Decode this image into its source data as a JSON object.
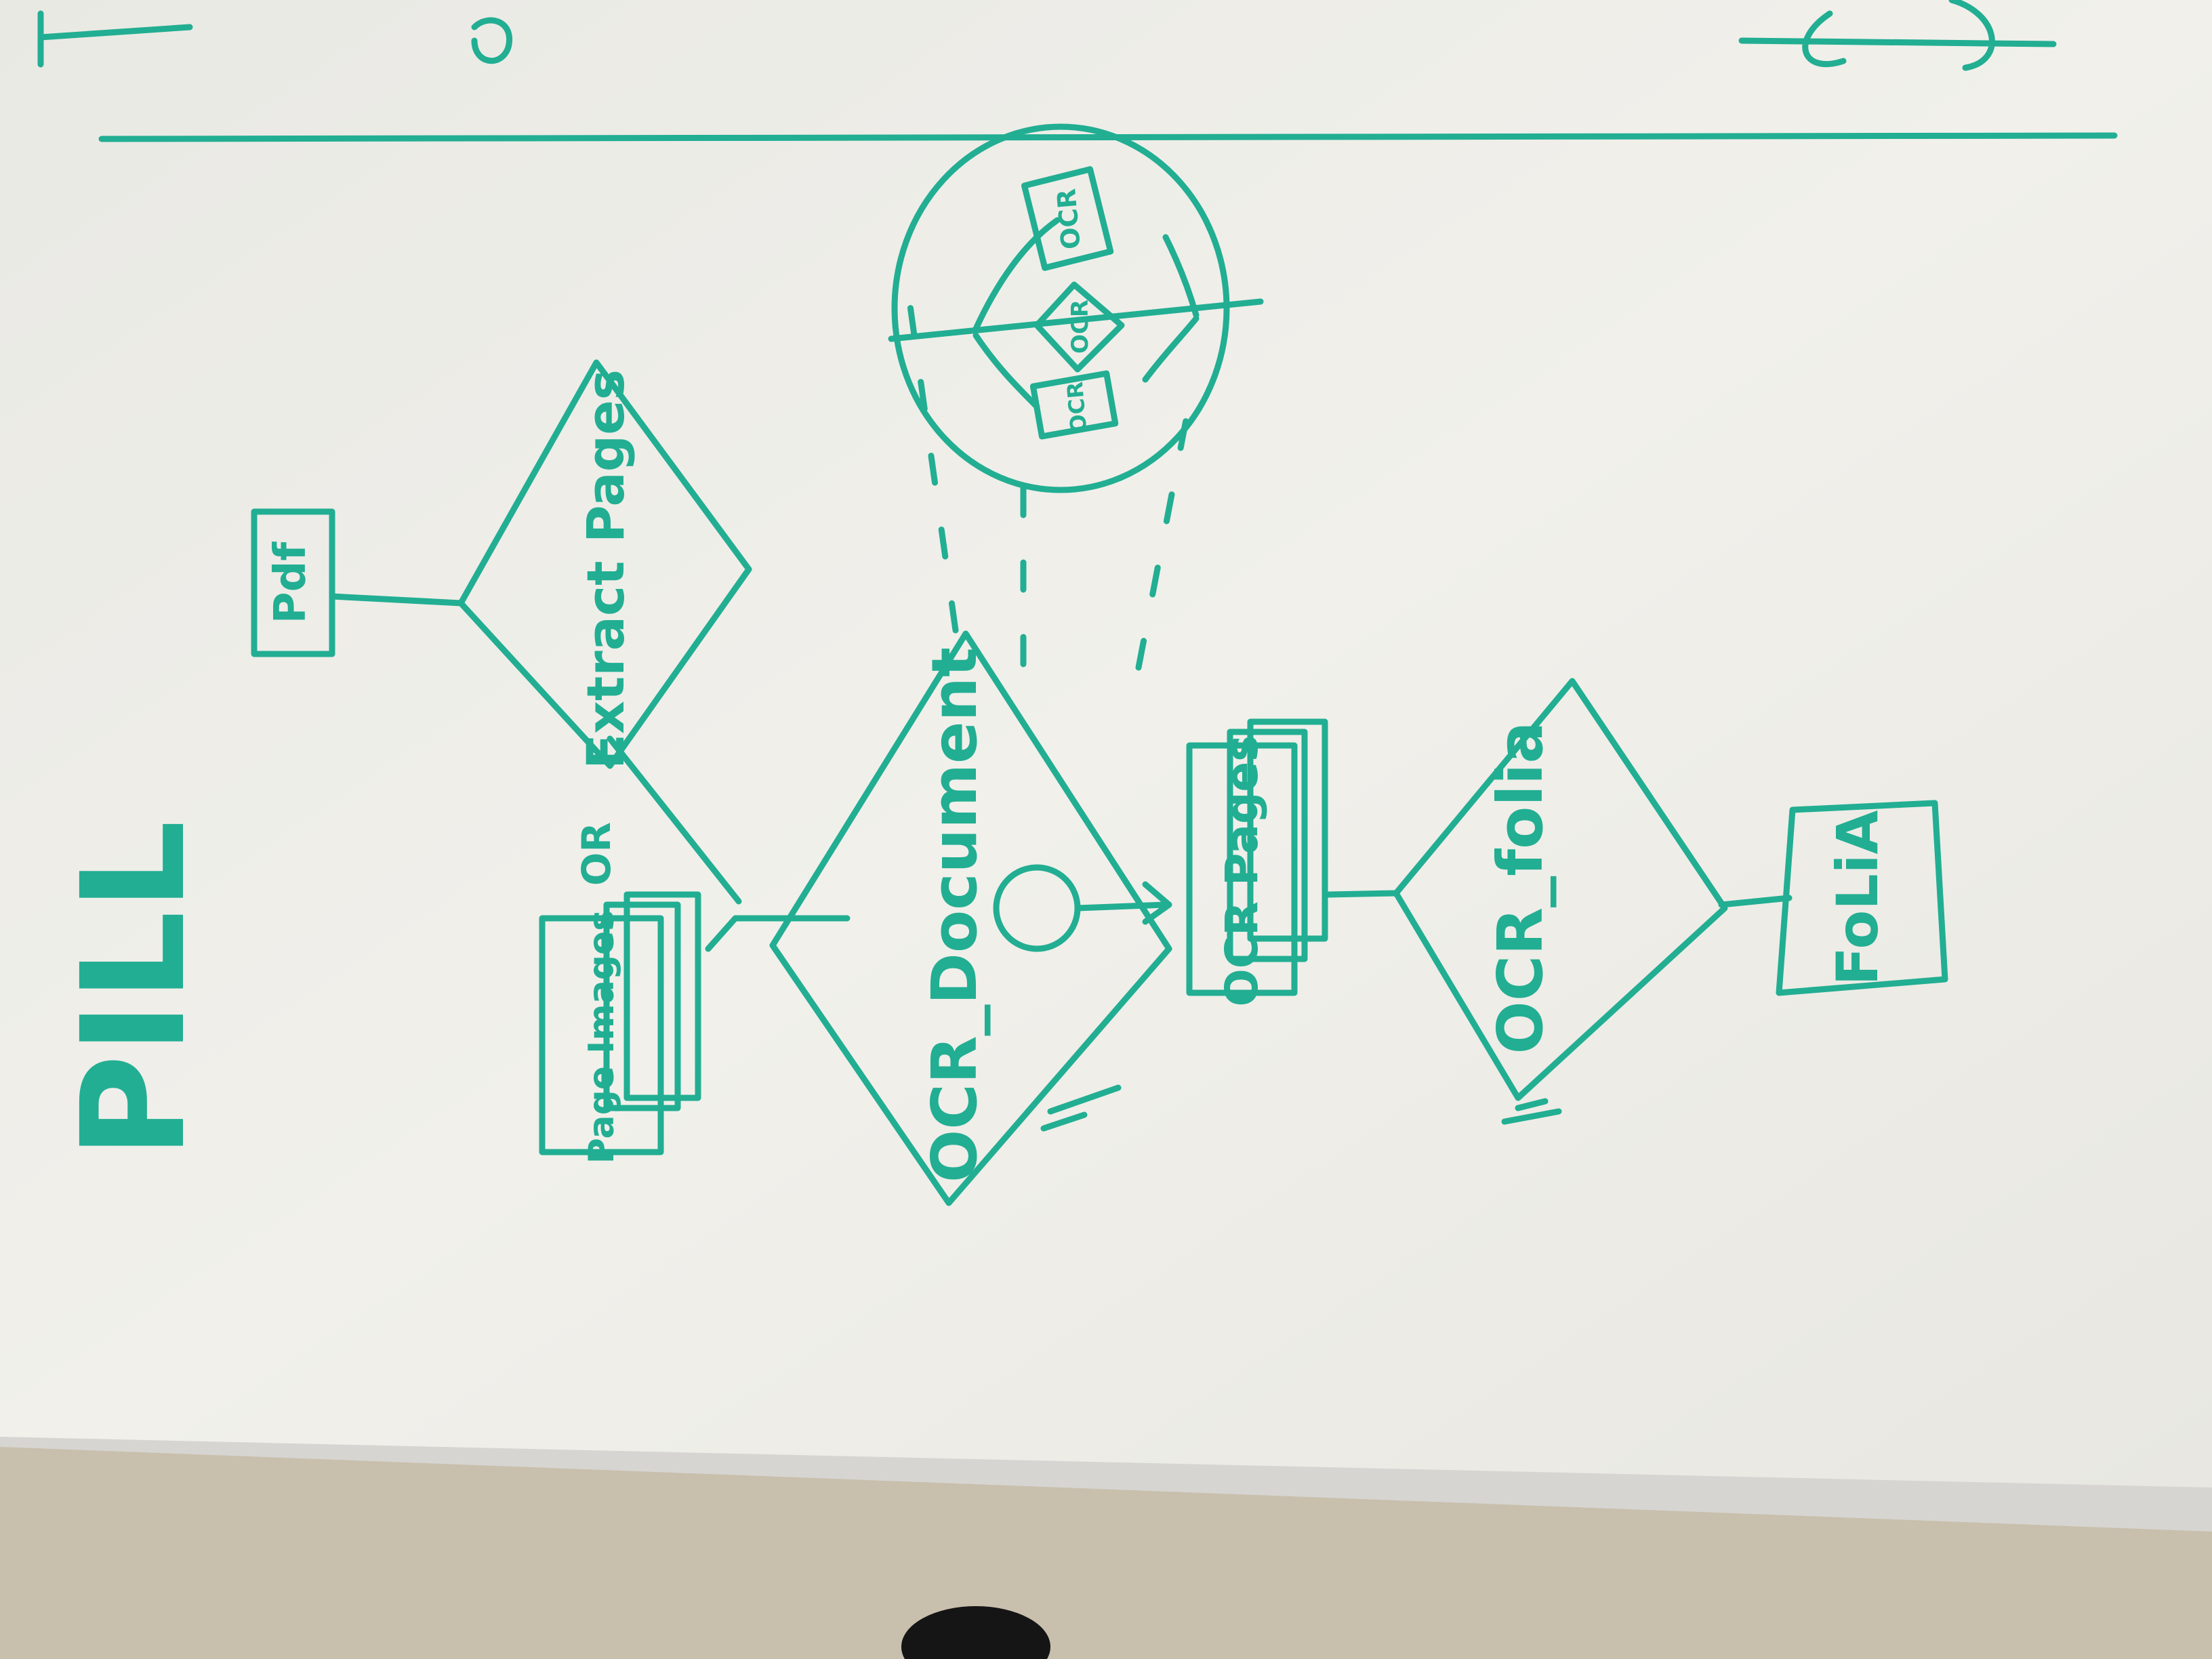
{
  "board": {
    "title": "PILL",
    "nodes": {
      "pdf": "Pdf",
      "extract_pages": "Extract Pages",
      "page_images": "Page Images",
      "or_label": "OR",
      "ocr_document": "OCR_Document",
      "ocr_pages": "OCR Pages",
      "ocr_folia": "OCR_folia",
      "folia": "FoLiA",
      "sub_ocr_1": "OCR",
      "sub_ocr_2": "OCR",
      "sub_ocr_3": "OCR"
    }
  },
  "colors": {
    "marker": "#22ae92",
    "whiteboard": "#eeede7",
    "frame": "#d7d6d2",
    "carpet": "#c9c0ad",
    "shoe": "#141414"
  }
}
